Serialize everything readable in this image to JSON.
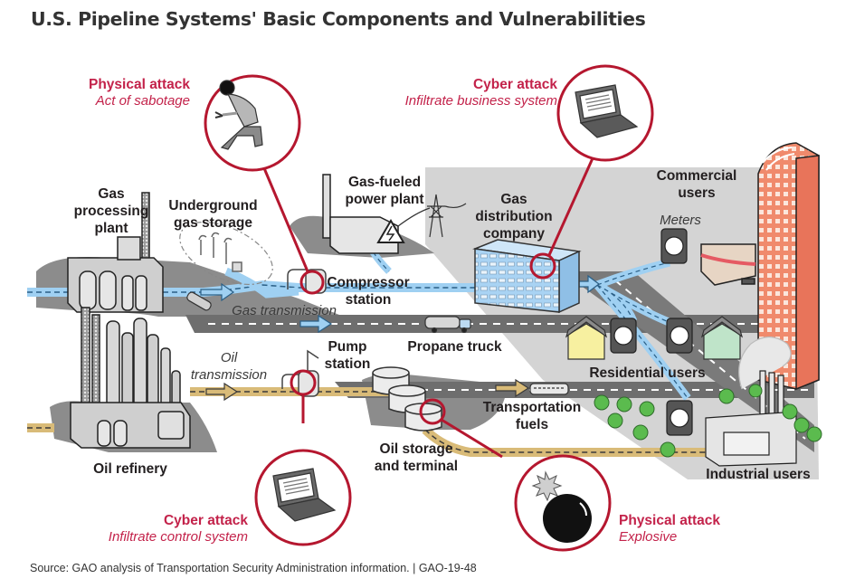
{
  "title": "U.S. Pipeline Systems' Basic Components and Vulnerabilities",
  "colors": {
    "attack_red": "#b5172f",
    "attack_text": "#c3224a",
    "gas_blue": "#9fd0f2",
    "oil_tan": "#d9bb78",
    "ground_gray": "#8a8a8a",
    "zone_gray": "#d2d2d2",
    "building_blue": "#a9d3f3",
    "tower_orange": "#f08a6c",
    "tree_green": "#5bbb4e"
  },
  "attacks": [
    {
      "id": "sabotage",
      "title": "Physical attack",
      "subtitle": "Act of sabotage",
      "icon": "saboteur-icon",
      "target": "Compressor station"
    },
    {
      "id": "business",
      "title": "Cyber attack",
      "subtitle": "Infiltrate business system",
      "icon": "laptop-icon",
      "target": "Gas distribution company"
    },
    {
      "id": "control",
      "title": "Cyber attack",
      "subtitle": "Infiltrate control system",
      "icon": "laptop-icon",
      "target": "Pump station"
    },
    {
      "id": "explosive",
      "title": "Physical attack",
      "subtitle": "Explosive",
      "icon": "bomb-icon",
      "target": "Oil storage and terminal"
    }
  ],
  "components": {
    "gas_processing_plant": [
      "Gas",
      "processing",
      "plant"
    ],
    "underground_gas_storage": [
      "Underground",
      "gas storage"
    ],
    "gas_fueled_power_plant": [
      "Gas-fueled",
      "power plant"
    ],
    "gas_distribution_company": [
      "Gas",
      "distribution",
      "company"
    ],
    "commercial_users": [
      "Commercial",
      "users"
    ],
    "meters": "Meters",
    "compressor_station": [
      "Compressor",
      "station"
    ],
    "gas_transmission": "Gas transmission",
    "propane_truck": "Propane truck",
    "pump_station": [
      "Pump",
      "station"
    ],
    "oil_transmission": [
      "Oil",
      "transmission"
    ],
    "residential_users": "Residential users",
    "transportation_fuels": [
      "Transportation",
      "fuels"
    ],
    "oil_storage_terminal": [
      "Oil storage",
      "and terminal"
    ],
    "oil_refinery": "Oil refinery",
    "industrial_users": "Industrial users"
  },
  "source": "Source: GAO analysis of Transportation Security Administration information.  |  GAO-19-48"
}
